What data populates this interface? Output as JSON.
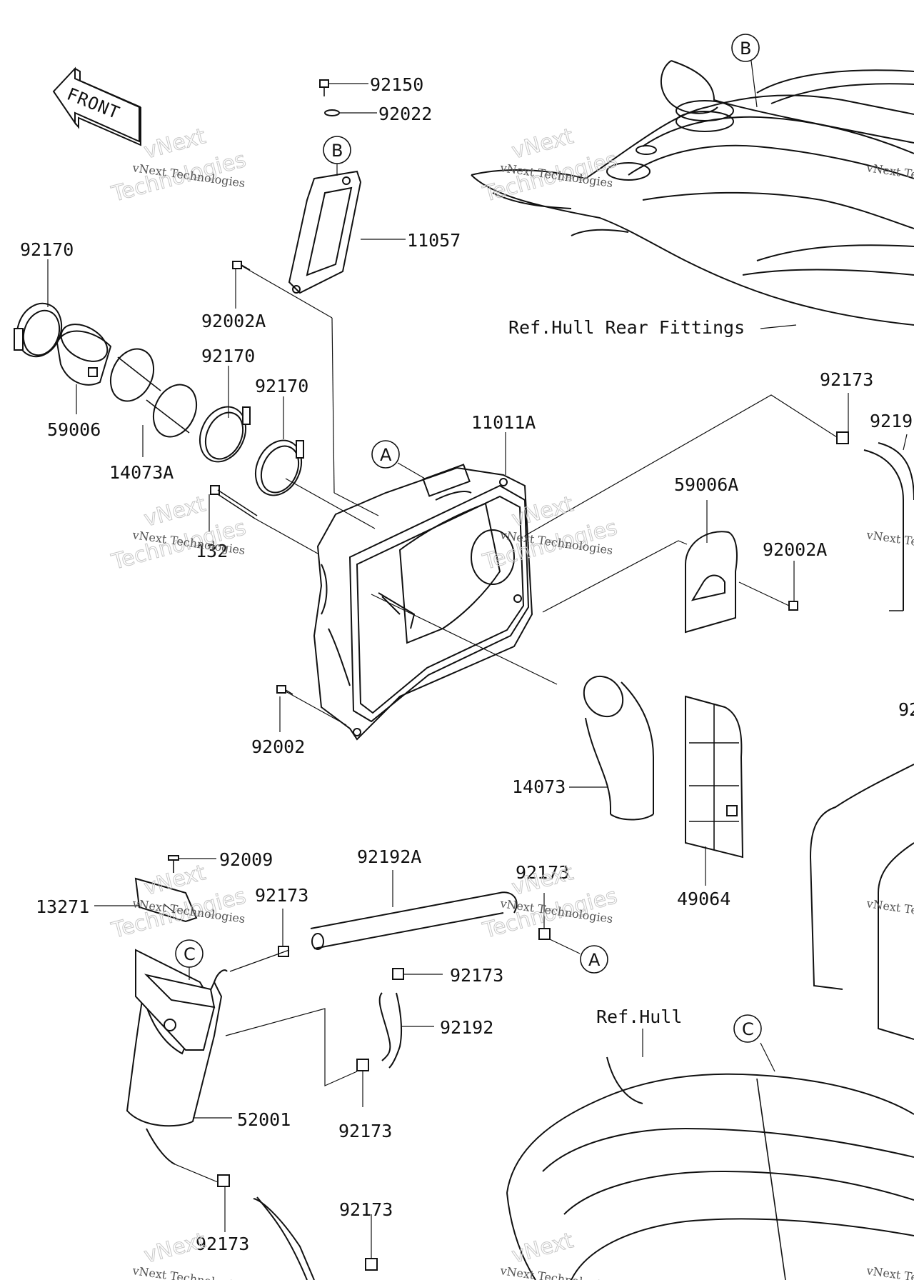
{
  "front_arrow": {
    "text": "FRONT"
  },
  "refs": {
    "A": "A",
    "B": "B",
    "C": "C"
  },
  "labels": {
    "p92150": "92150",
    "p92022": "92022",
    "p11057": "11057",
    "p92170_a": "92170",
    "p92002A_a": "92002A",
    "p92170_b": "92170",
    "p92170_c": "92170",
    "p59006": "59006",
    "p14073A": "14073A",
    "p11011A": "11011A",
    "p132": "132",
    "p92002": "92002",
    "p92173_a": "92173",
    "p9219": "9219",
    "p59006A": "59006A",
    "p92002A_b": "92002A",
    "p92_edge": "92",
    "p14073": "14073",
    "p49064": "49064",
    "p92009": "92009",
    "p13271": "13271",
    "p92192A": "92192A",
    "p92173_b": "92173",
    "p92173_c": "92173",
    "p92173_d": "92173",
    "p92192": "92192",
    "p52001": "52001",
    "p92173_e": "92173",
    "p92173_f": "92173",
    "p92173_g": "92173",
    "ref_hull_rear": "Ref.Hull Rear Fittings",
    "ref_hull": "Ref.Hull"
  },
  "watermark": {
    "company": "vNext Technologies",
    "brand": "vNext",
    "tech": "Technologies"
  }
}
